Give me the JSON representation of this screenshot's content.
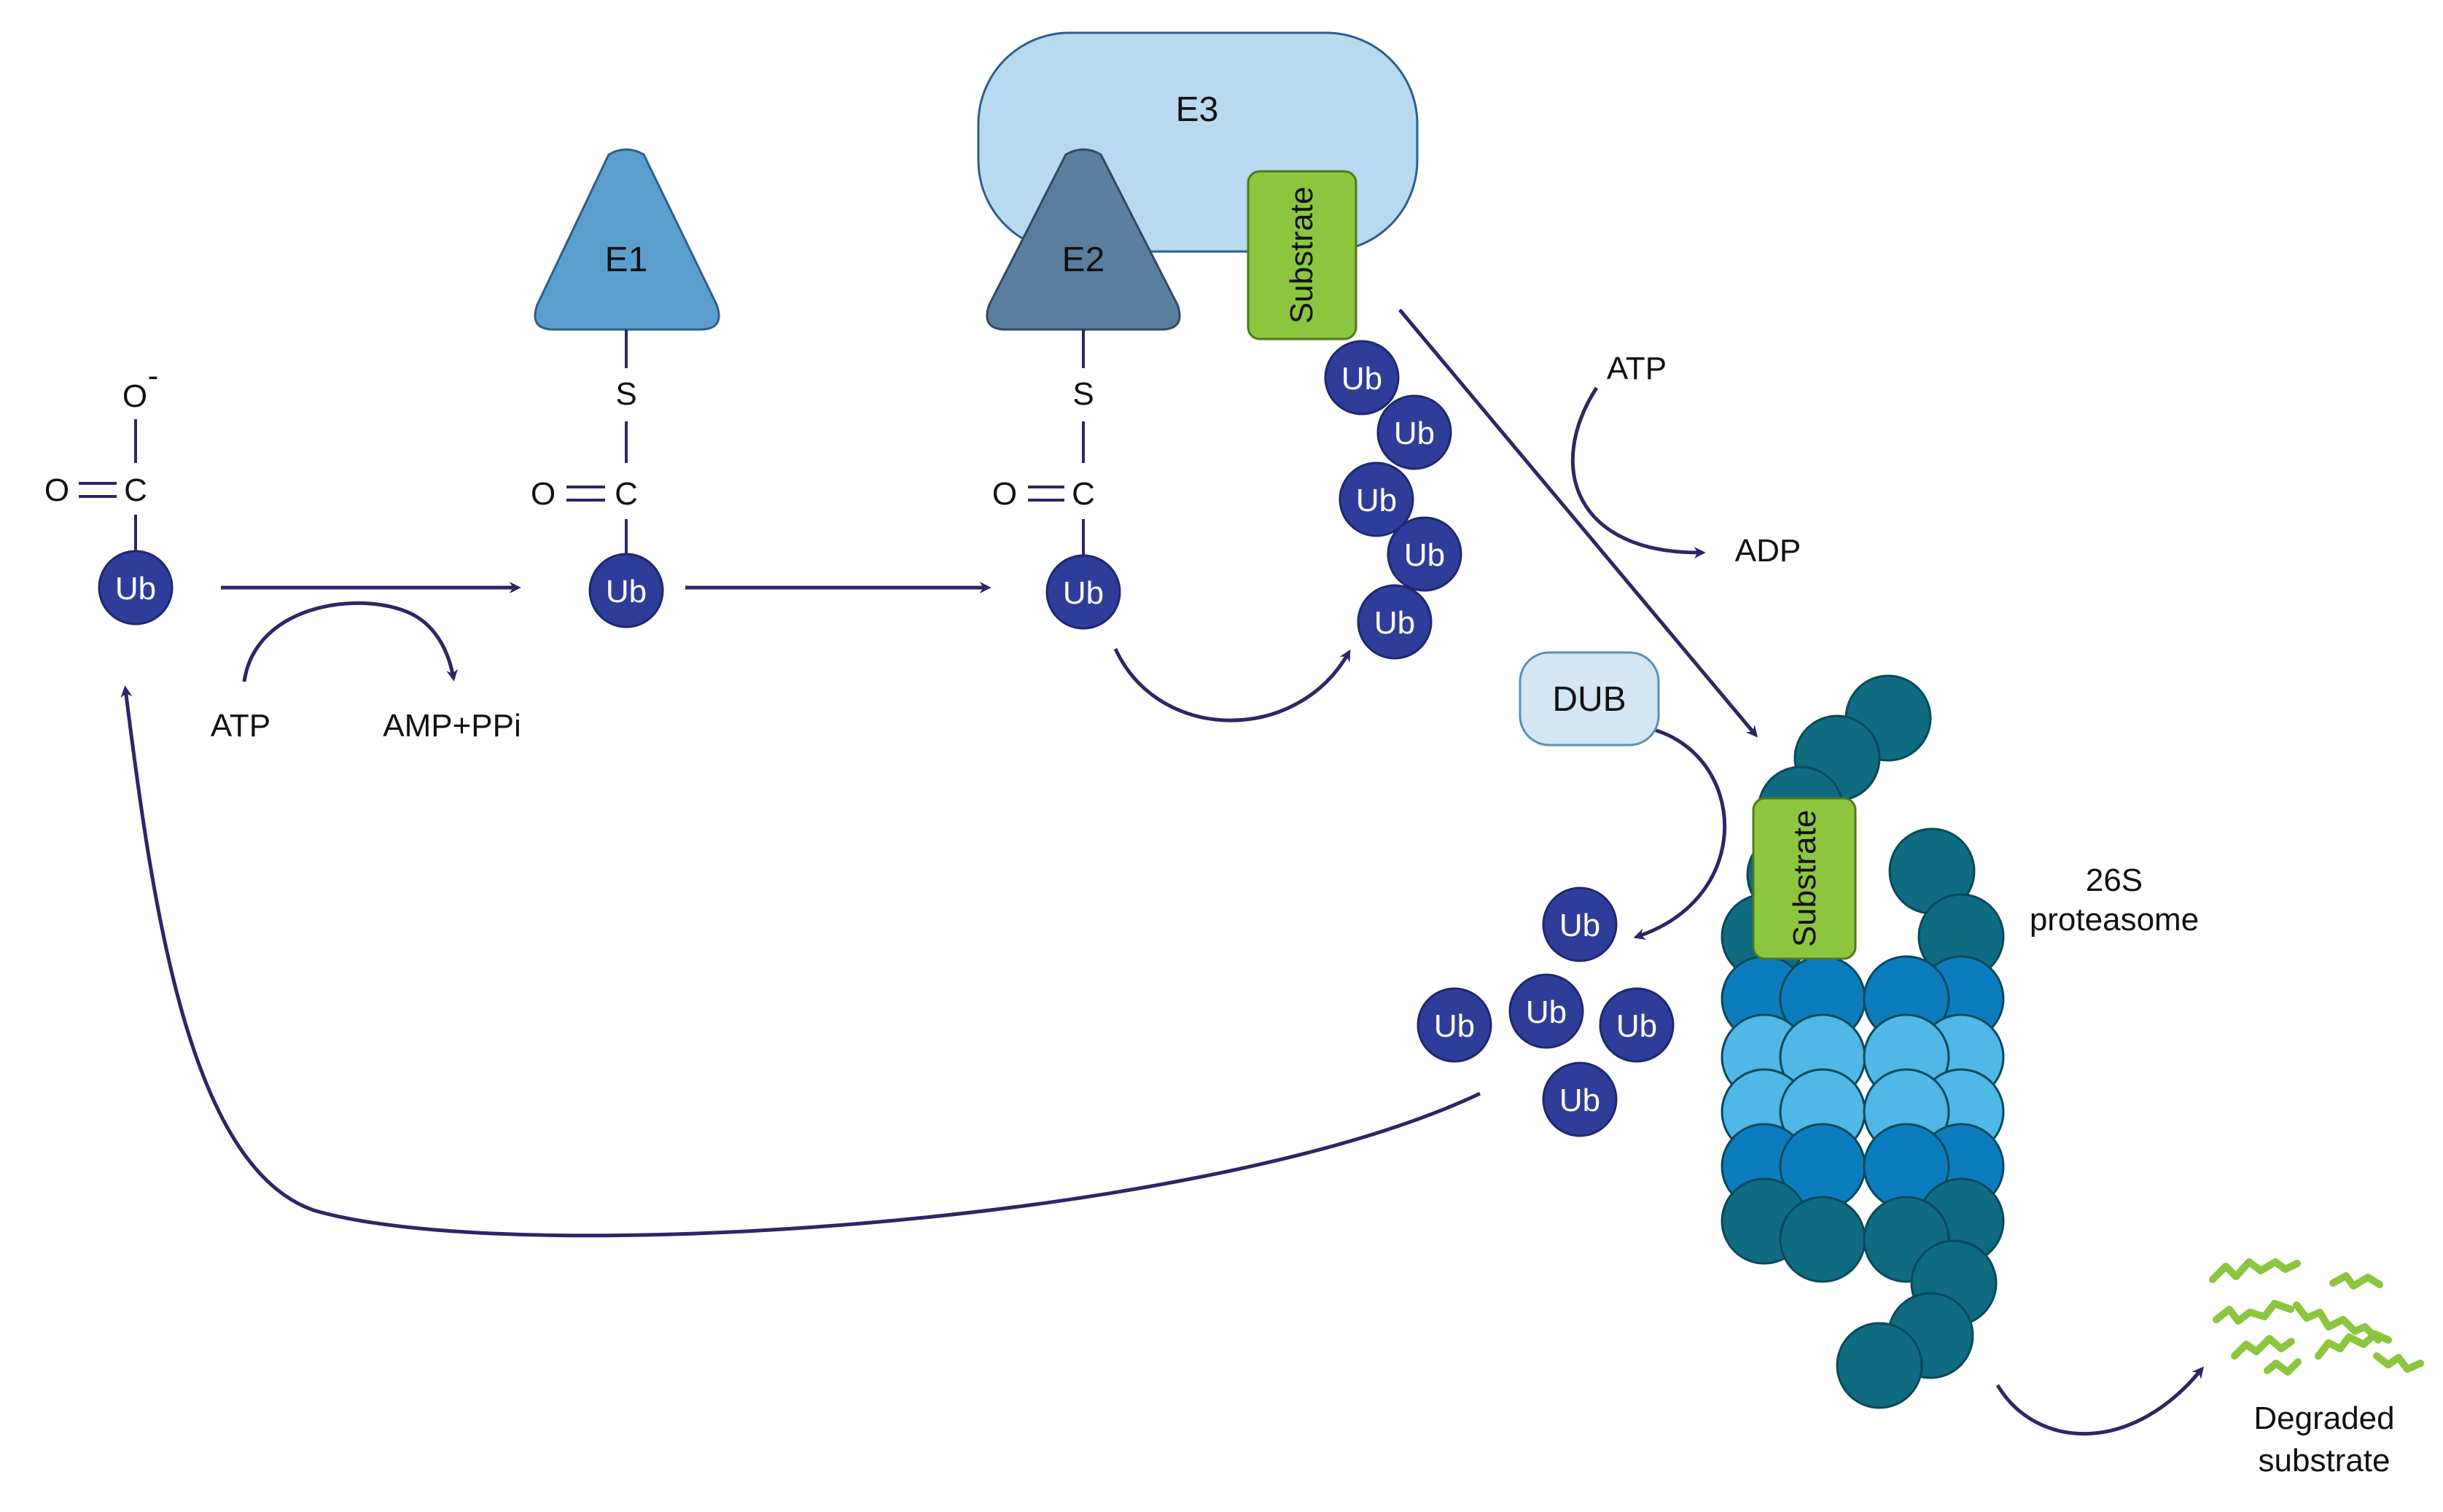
{
  "labels": {
    "e1": "E1",
    "e2": "E2",
    "e3": "E3",
    "substrate": "Substrate",
    "dub": "DUB",
    "atp": "ATP",
    "amp_ppi": "AMP+PPi",
    "adp": "ADP",
    "proteasome_line1": "26S",
    "proteasome_line2": "proteasome",
    "degraded_line1": "Degraded",
    "degraded_line2": "substrate",
    "ub": "Ub",
    "oxygen_anion": "O",
    "anion_charge": "-",
    "oxygen": "O",
    "carbon": "C",
    "sulfur": "S"
  },
  "colors": {
    "ub_fill": "#2E3D99",
    "arrow": "#2B2766",
    "e1_fill": "#5B9FCF",
    "e2_fill": "#5A7F9E",
    "e3_fill": "#B8DAF0",
    "substrate_fill": "#8CC63F",
    "dub_fill": "#D3E6F3",
    "proteasome_cap": "#0E6B80",
    "proteasome_outer": "#0B7DBE",
    "proteasome_inner": "#4FB8E6",
    "degraded": "#8CC63F"
  }
}
